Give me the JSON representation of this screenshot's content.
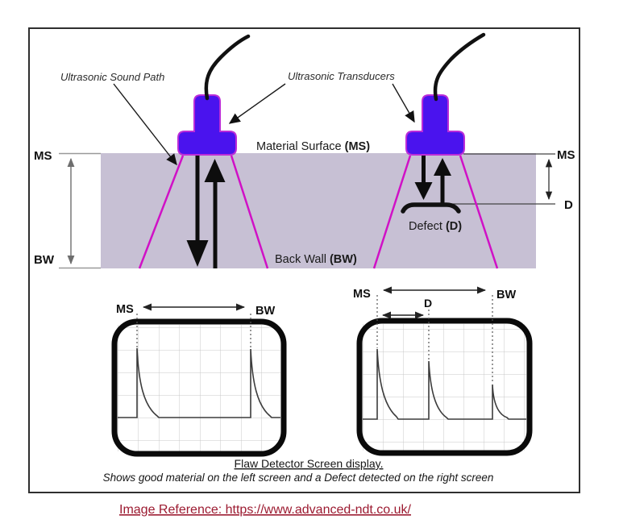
{
  "diagram": {
    "annotations": {
      "sound_path": "Ultrasonic Sound Path",
      "transducers": "Ultrasonic Transducers",
      "material_surface": {
        "text": "Material Surface ",
        "abbr": "(MS)"
      },
      "back_wall": {
        "text": "Back Wall ",
        "abbr": "(BW)"
      },
      "defect": {
        "text": "Defect ",
        "abbr": "(D)"
      }
    },
    "thickness_dimension": {
      "top": "MS",
      "bottom": "BW"
    },
    "defect_dimension": {
      "top": "MS",
      "depth": "D"
    },
    "colors": {
      "transducer_fill": "#4a13ee",
      "transducer_outline": "#bb2cd8",
      "material_fill": "#c7c0d4",
      "beam": "#d011c6",
      "reference_text": "#9c1b31"
    }
  },
  "screens": {
    "left": {
      "range_start": "MS",
      "range_end": "BW",
      "peaks": [
        {
          "label": "MS",
          "relative_amplitude": 1.0
        },
        {
          "label": "BW",
          "relative_amplitude": 0.98
        }
      ]
    },
    "right": {
      "range_start": "MS",
      "range_end": "BW",
      "defect_marker": "D",
      "peaks": [
        {
          "label": "MS",
          "relative_amplitude": 1.0
        },
        {
          "label": "D",
          "relative_amplitude": 0.82
        },
        {
          "label": "BW",
          "relative_amplitude": 0.5
        }
      ]
    }
  },
  "caption": {
    "title": "Flaw Detector Screen display.",
    "subtitle": "Shows good material on the left screen and a Defect detected on the right screen"
  },
  "reference": "Image Reference: https://www.advanced-ndt.co.uk/"
}
